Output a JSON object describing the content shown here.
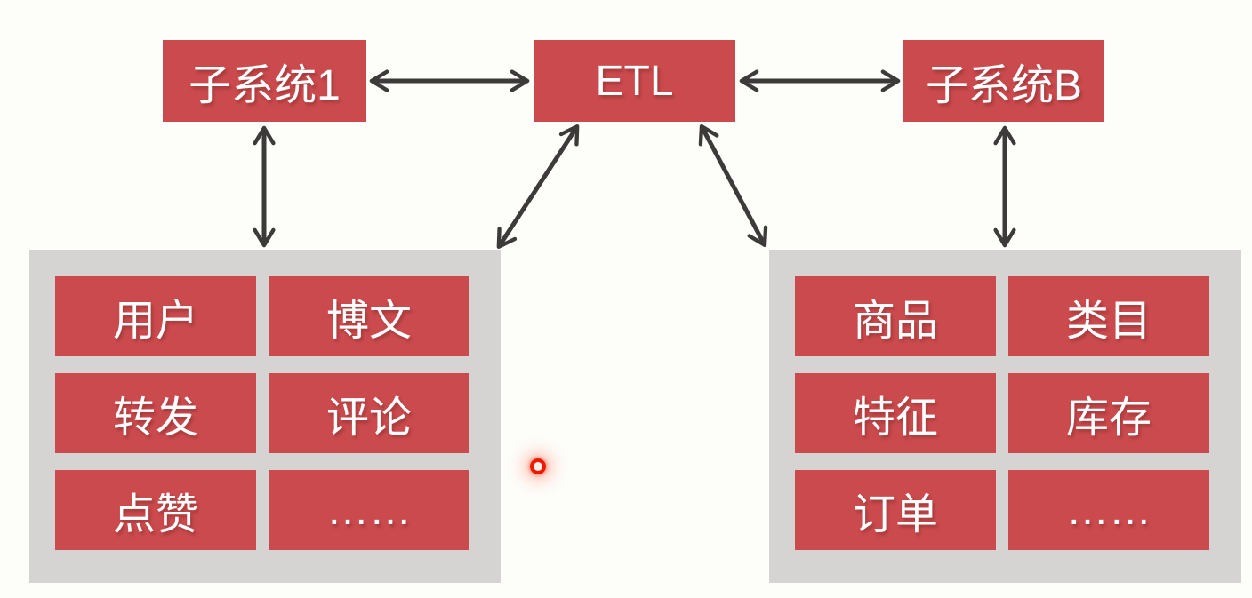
{
  "colors": {
    "box_red": "#cb4a4d",
    "container_gray": "#d5d4d2",
    "arrow_dark": "#3d3b39",
    "bg": "#fdfdfa",
    "text_white": "#ffffff",
    "laser_red": "#f01800"
  },
  "nodes": {
    "subsystem1": "子系统1",
    "etl": "ETL",
    "subsystem_b": "子系统B"
  },
  "left_group": {
    "items": [
      "用户",
      "博文",
      "转发",
      "评论",
      "点赞",
      "……"
    ]
  },
  "right_group": {
    "items": [
      "商品",
      "类目",
      "特征",
      "库存",
      "订单",
      "……"
    ]
  },
  "connections": [
    {
      "from": "子系统1",
      "to": "ETL",
      "bidirectional": true
    },
    {
      "from": "ETL",
      "to": "子系统B",
      "bidirectional": true
    },
    {
      "from": "子系统1",
      "to": "left-group",
      "bidirectional": true
    },
    {
      "from": "子系统B",
      "to": "right-group",
      "bidirectional": true
    },
    {
      "from": "ETL",
      "to": "left-group",
      "bidirectional": true
    },
    {
      "from": "ETL",
      "to": "right-group",
      "bidirectional": true
    }
  ]
}
